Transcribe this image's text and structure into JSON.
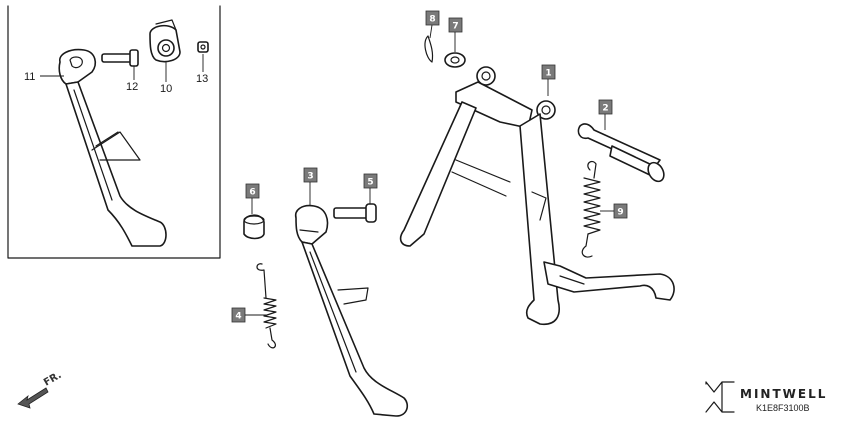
{
  "callouts": {
    "c1": "1",
    "c2": "2",
    "c3": "3",
    "c4": "4",
    "c5": "5",
    "c6": "6",
    "c7": "7",
    "c8": "8",
    "c9": "9",
    "c10": "10",
    "c11": "11",
    "c12": "12",
    "c13": "13"
  },
  "direction_label": "FR.",
  "brand": {
    "name": "MINTWELL"
  },
  "diagram_code": "K1E8F3100B",
  "colors": {
    "box_fill": "#7a7a7a",
    "line": "#1a1a1a"
  }
}
